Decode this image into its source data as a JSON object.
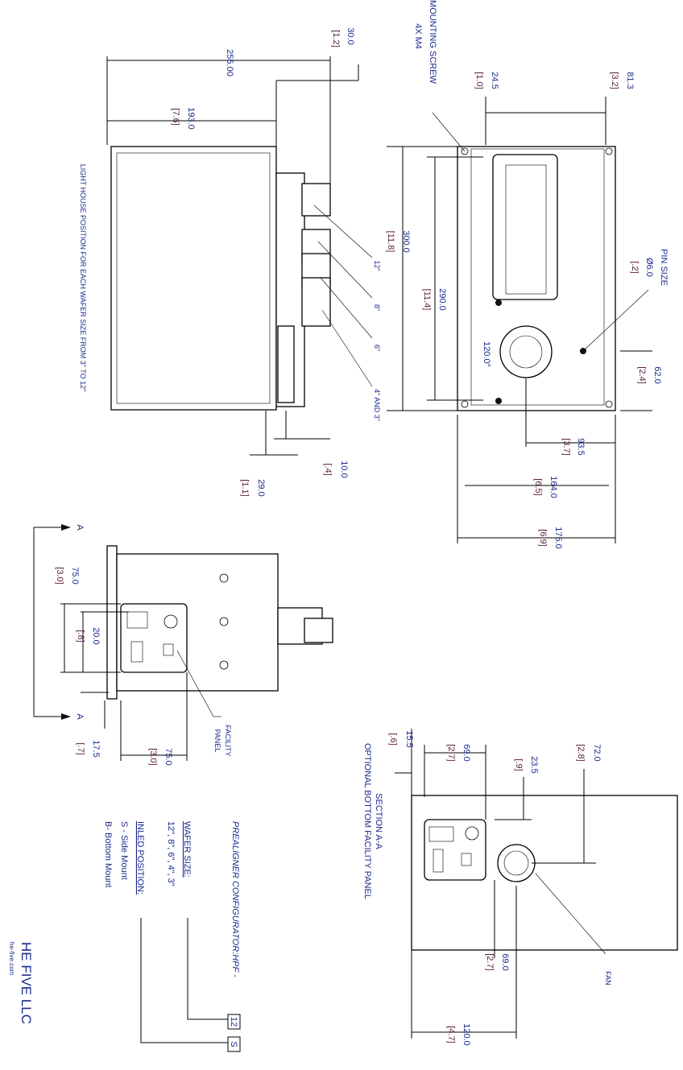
{
  "side_view": {
    "overall": "255.00",
    "d30": "30.0",
    "d30b": "[1.2]",
    "d193": "193.0",
    "d193b": "[7.6]",
    "note": "LIGHT HOUSE POSITION FOR EACH WAFER SIZE FROM 3\" TO 12\"",
    "pos12": "12\"",
    "pos8": "8\"",
    "pos6": "6\"",
    "pos43": "4\" AND 3\"",
    "d10": "10.0",
    "d10b": "[.4]",
    "d29": "29.0",
    "d29b": "[1.1]"
  },
  "top_view": {
    "mount1": "MOUNTING SCREW",
    "mount2": "4X M4",
    "d245": "24.5",
    "d245b": "[1.0]",
    "d813": "81.3",
    "d813b": "[3.2]",
    "pin1": "PIN SIZE",
    "pin2": "Ø6.0",
    "pin3": "[.2]",
    "d300": "300.0",
    "d300b": "[11.8]",
    "d290": "290.0",
    "d290b": "[11.4]",
    "angle": "120.0°",
    "d62": "62.0",
    "d62b": "[2.4]",
    "d935": "93.5",
    "d935b": "[3.7]",
    "d164": "164.0",
    "d164b": "[6.5]",
    "d175": "175.0",
    "d175b": "[6.9]"
  },
  "end_view": {
    "secA1": "A",
    "secA2": "A",
    "d75a": "75.0",
    "d75ab": "[3.0]",
    "d20": "20.0",
    "d20b": "[.8]",
    "d175": "17.5",
    "d175b": "[.7]",
    "d75b": "75.0",
    "d75bb": "[3.0]",
    "fac1": "FACILITY",
    "fac2": "PANEL"
  },
  "section": {
    "title": "SECTION A-A",
    "subtitle": "OPTIONAL BOTTOM FACILITY PANEL",
    "d155": "15.5",
    "d155b": "[.6]",
    "d69a": "69.0",
    "d69ab": "[2.7]",
    "d235": "23.5",
    "d235b": "[.9]",
    "d72": "72.0",
    "d72b": "[2.8]",
    "d69b": "69.0",
    "d69bb": "[2.7]",
    "d120": "120.0",
    "d120b": "[4.7]",
    "fan": "FAN"
  },
  "configurator": {
    "title": "PREALIGNER CONFIGURATOR:HPF -",
    "wafer_code": "12",
    "inlet_code": "S",
    "wafer_label": "WAFER SIZE:",
    "wafer_options": "12\", 8\", 6\", 4\", 3\"",
    "inlet_label": "INLED POSITION:",
    "opt_s": "S - Side Mount",
    "opt_b": "B- Bottom Mount"
  },
  "company": {
    "name": "HE FIVE LLC",
    "url": "he-five.com"
  }
}
